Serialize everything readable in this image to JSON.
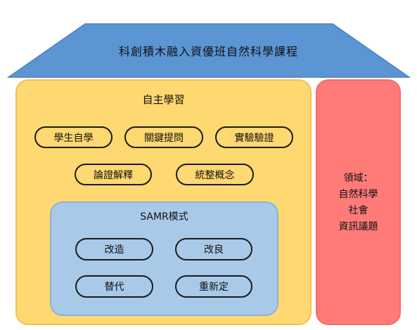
{
  "roof": {
    "title": "科創積木融入資優班自然科學課程",
    "color": "#5b95d3"
  },
  "self_learning": {
    "title": "自主學習",
    "color": "#fed870",
    "items": [
      "學生自學",
      "關鍵提問",
      "實驗驗證",
      "論證解釋",
      "統整概念"
    ]
  },
  "samr": {
    "title": "SAMR模式",
    "color": "#a9c9e8",
    "items": [
      "改造",
      "改良",
      "替代",
      "重新定"
    ]
  },
  "domain": {
    "color": "#fe7b78",
    "lines": [
      "領域：",
      "自然科學",
      "社會",
      "資訊議題"
    ]
  }
}
